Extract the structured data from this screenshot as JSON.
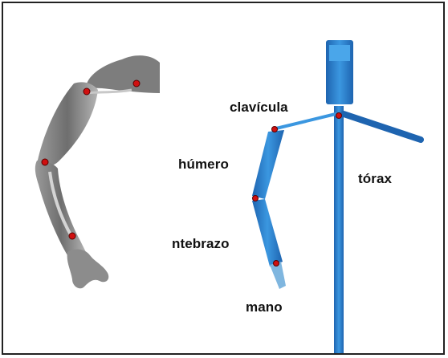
{
  "labels": {
    "clavicula": "clavícula",
    "humero": "húmero",
    "torax": "tórax",
    "antebrazo": "ntebrazo",
    "mano": "mano"
  },
  "colors": {
    "model_blue": "#2a86d6",
    "model_blue_dark": "#1c5ea8",
    "marker_red": "#d01010",
    "arm_gray": "#8a8a8a",
    "border": "#222222"
  },
  "icons": {
    "photo_arm": "arm-photo-icon",
    "skeleton_model": "skeleton-model-icon",
    "joint_marker": "joint-marker-icon"
  }
}
